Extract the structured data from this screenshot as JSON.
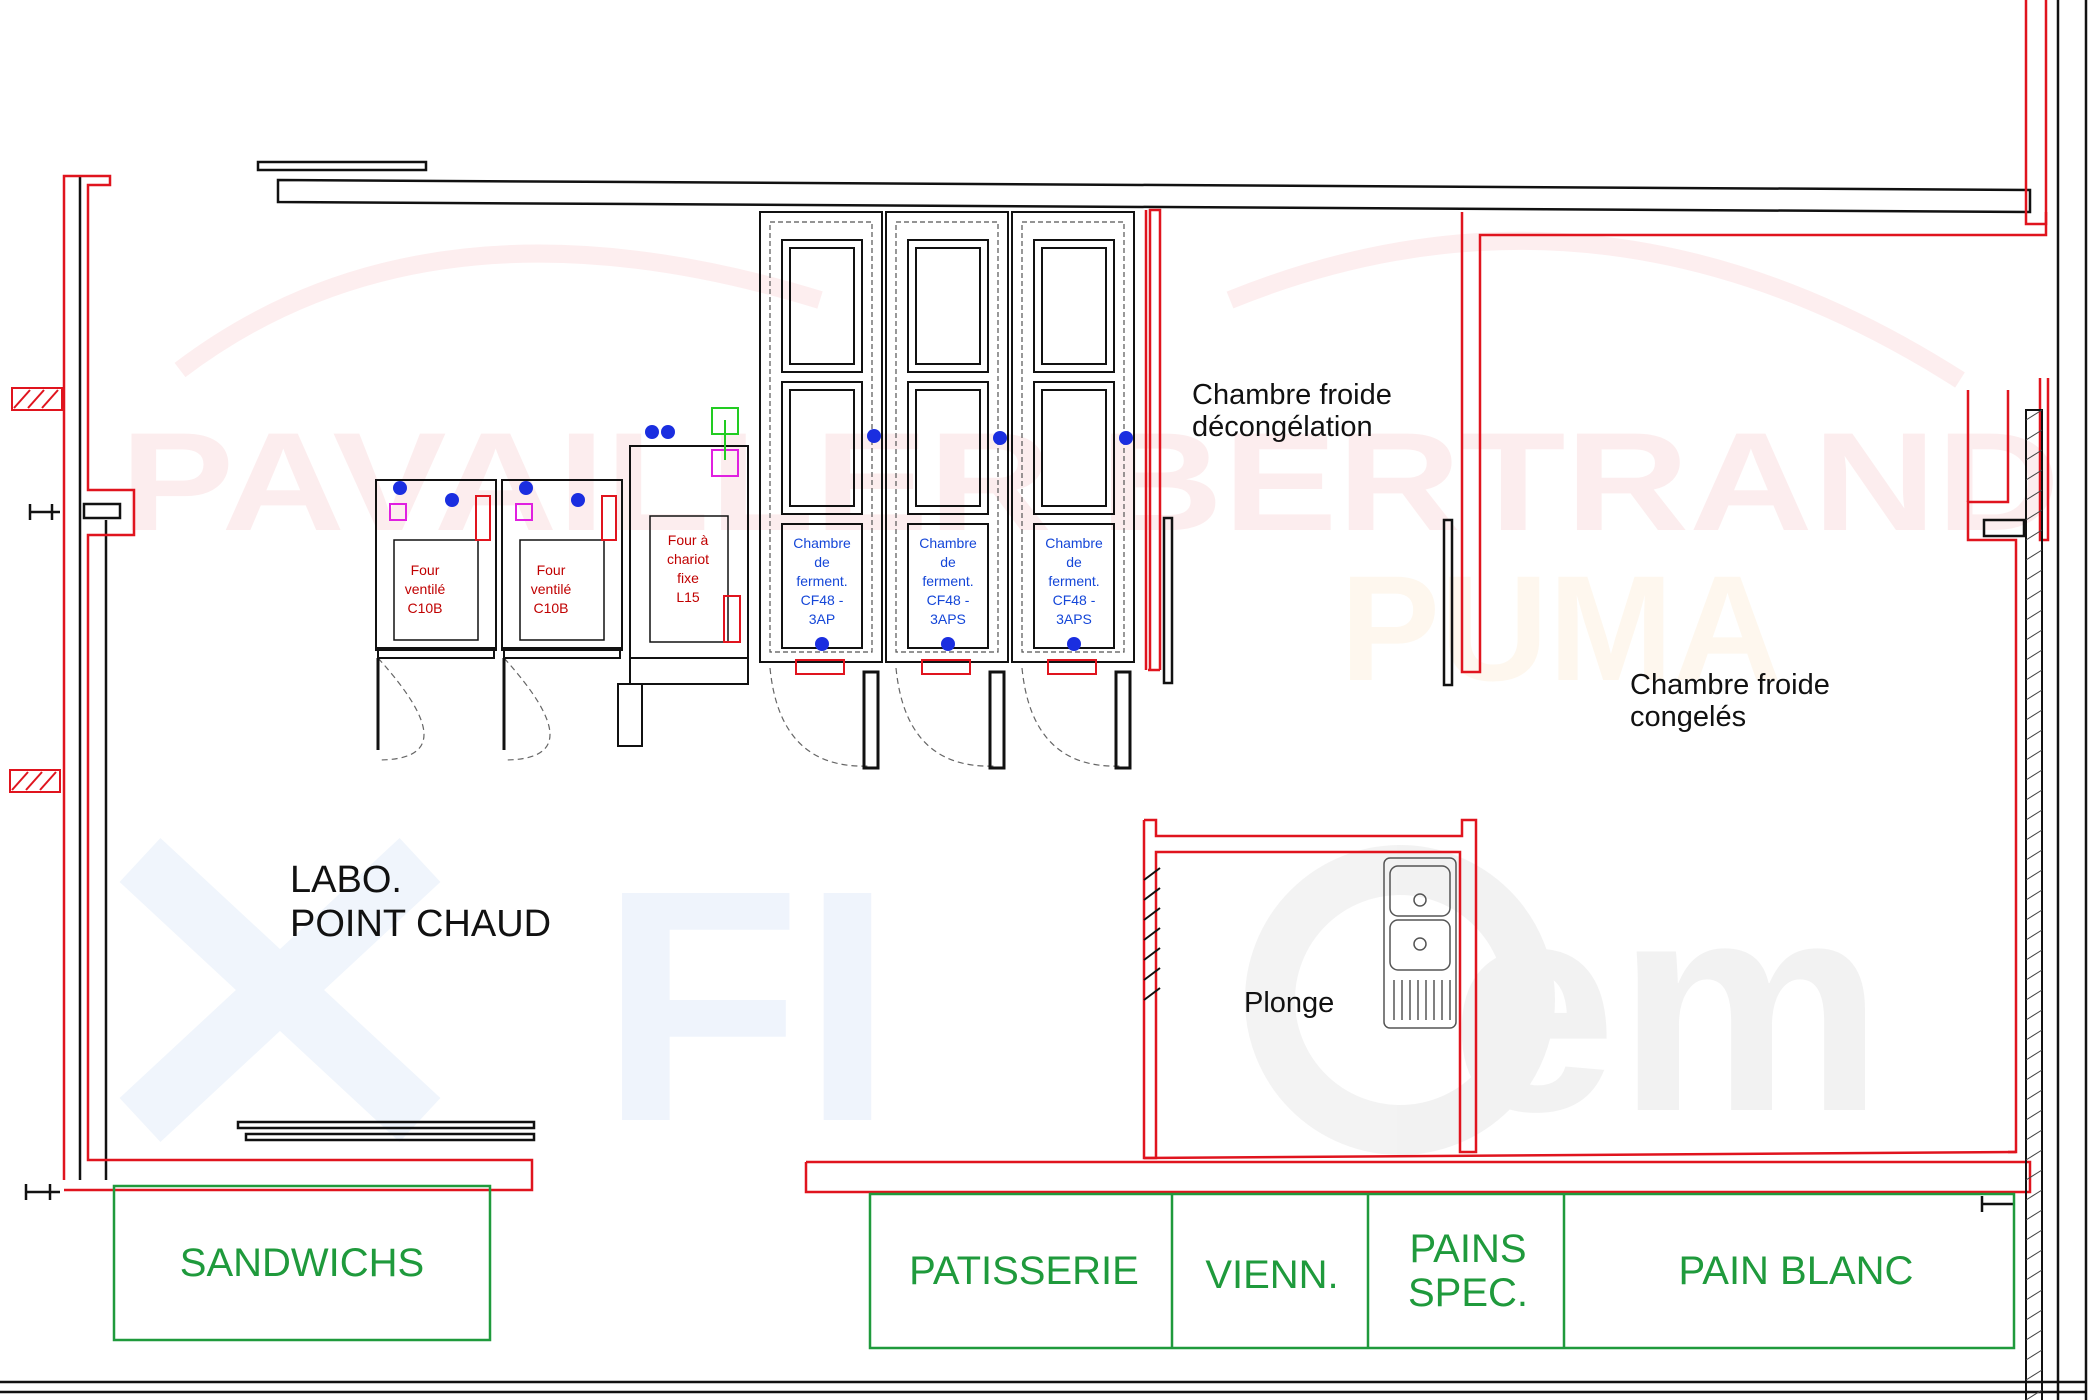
{
  "rooms": {
    "labo_line1": "LABO.",
    "labo_line2": "POINT CHAUD",
    "cf_decong_line1": "Chambre froide",
    "cf_decong_line2": "décongélation",
    "cf_cong_line1": "Chambre froide",
    "cf_cong_line2": "congelés",
    "plonge": "Plonge"
  },
  "equipment": {
    "oven1": [
      "Four",
      "ventilé",
      "C10B"
    ],
    "oven2": [
      "Four",
      "ventilé",
      "C10B"
    ],
    "oven3": [
      "Four à",
      "chariot",
      "fixe",
      "L15"
    ],
    "chamber1": [
      "Chambre",
      "de",
      "ferment.",
      "CF48 -",
      "3AP"
    ],
    "chamber2": [
      "Chambre",
      "de",
      "ferment.",
      "CF48 -",
      "3APS"
    ],
    "chamber3": [
      "Chambre",
      "de",
      "ferment.",
      "CF48 -",
      "3APS"
    ]
  },
  "counters": {
    "sandwichs": "SANDWICHS",
    "patisserie": "PATISSERIE",
    "vienn": "VIENN.",
    "pains_spec_line1": "PAINS",
    "pains_spec_line2": "SPEC.",
    "pain_blanc": "PAIN BLANC"
  },
  "watermark": {
    "line1": "PAVAILLER BERTRAND",
    "line2": "PUMA",
    "logo1": "FI",
    "logo2": "em"
  },
  "colors": {
    "wall_red": "#e0141e",
    "wall_black": "#111111",
    "counter_green": "#1f9a3c",
    "outlet_blue": "#1a2ee0",
    "magenta": "#e020e0",
    "green_sym": "#22cc22"
  }
}
